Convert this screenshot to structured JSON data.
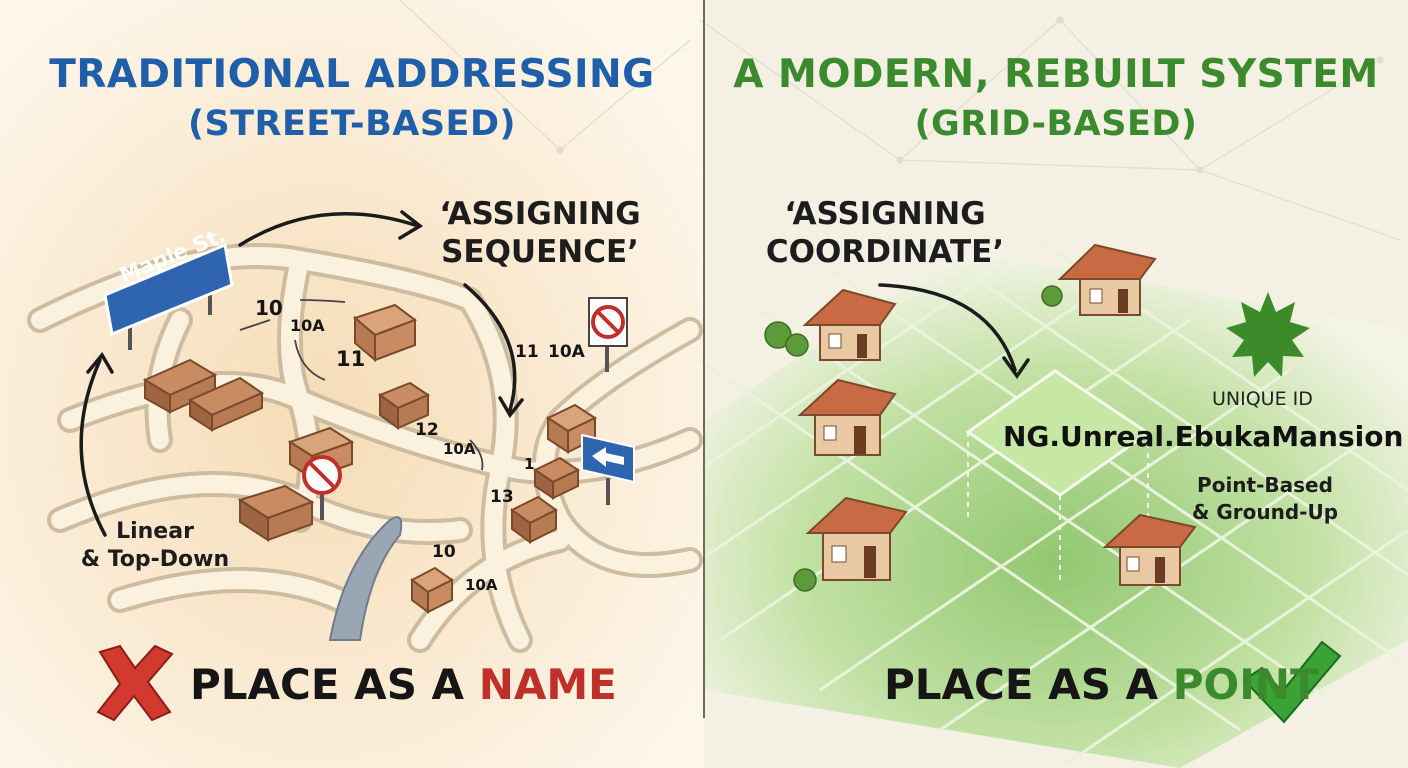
{
  "left": {
    "title": "TRADITIONAL ADDRESSING",
    "subtitle": "(STREET-BASED)",
    "annotation": {
      "line1": "‘ASSIGNING",
      "line2": "SEQUENCE’"
    },
    "street_sign": "Maple St.",
    "house_numbers": [
      "10",
      "10A",
      "11",
      "11",
      "10A",
      "12",
      "10A",
      "1",
      "13",
      "10",
      "10A"
    ],
    "side_note": {
      "line1": "Linear",
      "line2": "& Top-Down"
    },
    "bottom_prefix": "PLACE AS A ",
    "bottom_highlight": "NAME",
    "highlight_color": "#c0302a",
    "title_color": "#1f5ea8"
  },
  "right": {
    "title": "A MODERN, REBUILT SYSTEM",
    "subtitle": "(GRID-BASED)",
    "annotation": {
      "line1": "‘ASSIGNING",
      "line2": "COORDINATE’"
    },
    "unique_id_label": "UNIQUE ID",
    "unique_id": "NG.Unreal.EbukaMansion",
    "side_note": {
      "line1": "Point-Based",
      "line2": "& Ground-Up"
    },
    "bottom_prefix": "PLACE AS A ",
    "bottom_highlight": "POINT",
    "highlight_color": "#3b8a2e",
    "title_color": "#3b8a2e"
  },
  "icons": {
    "cross": "cross-mark-icon",
    "check": "check-mark-icon",
    "star": "starburst-icon",
    "no_pedestrian": "no-pedestrian-sign-icon",
    "no_entry": "no-entry-sign-icon",
    "arrow_sign": "left-arrow-sign-icon"
  }
}
